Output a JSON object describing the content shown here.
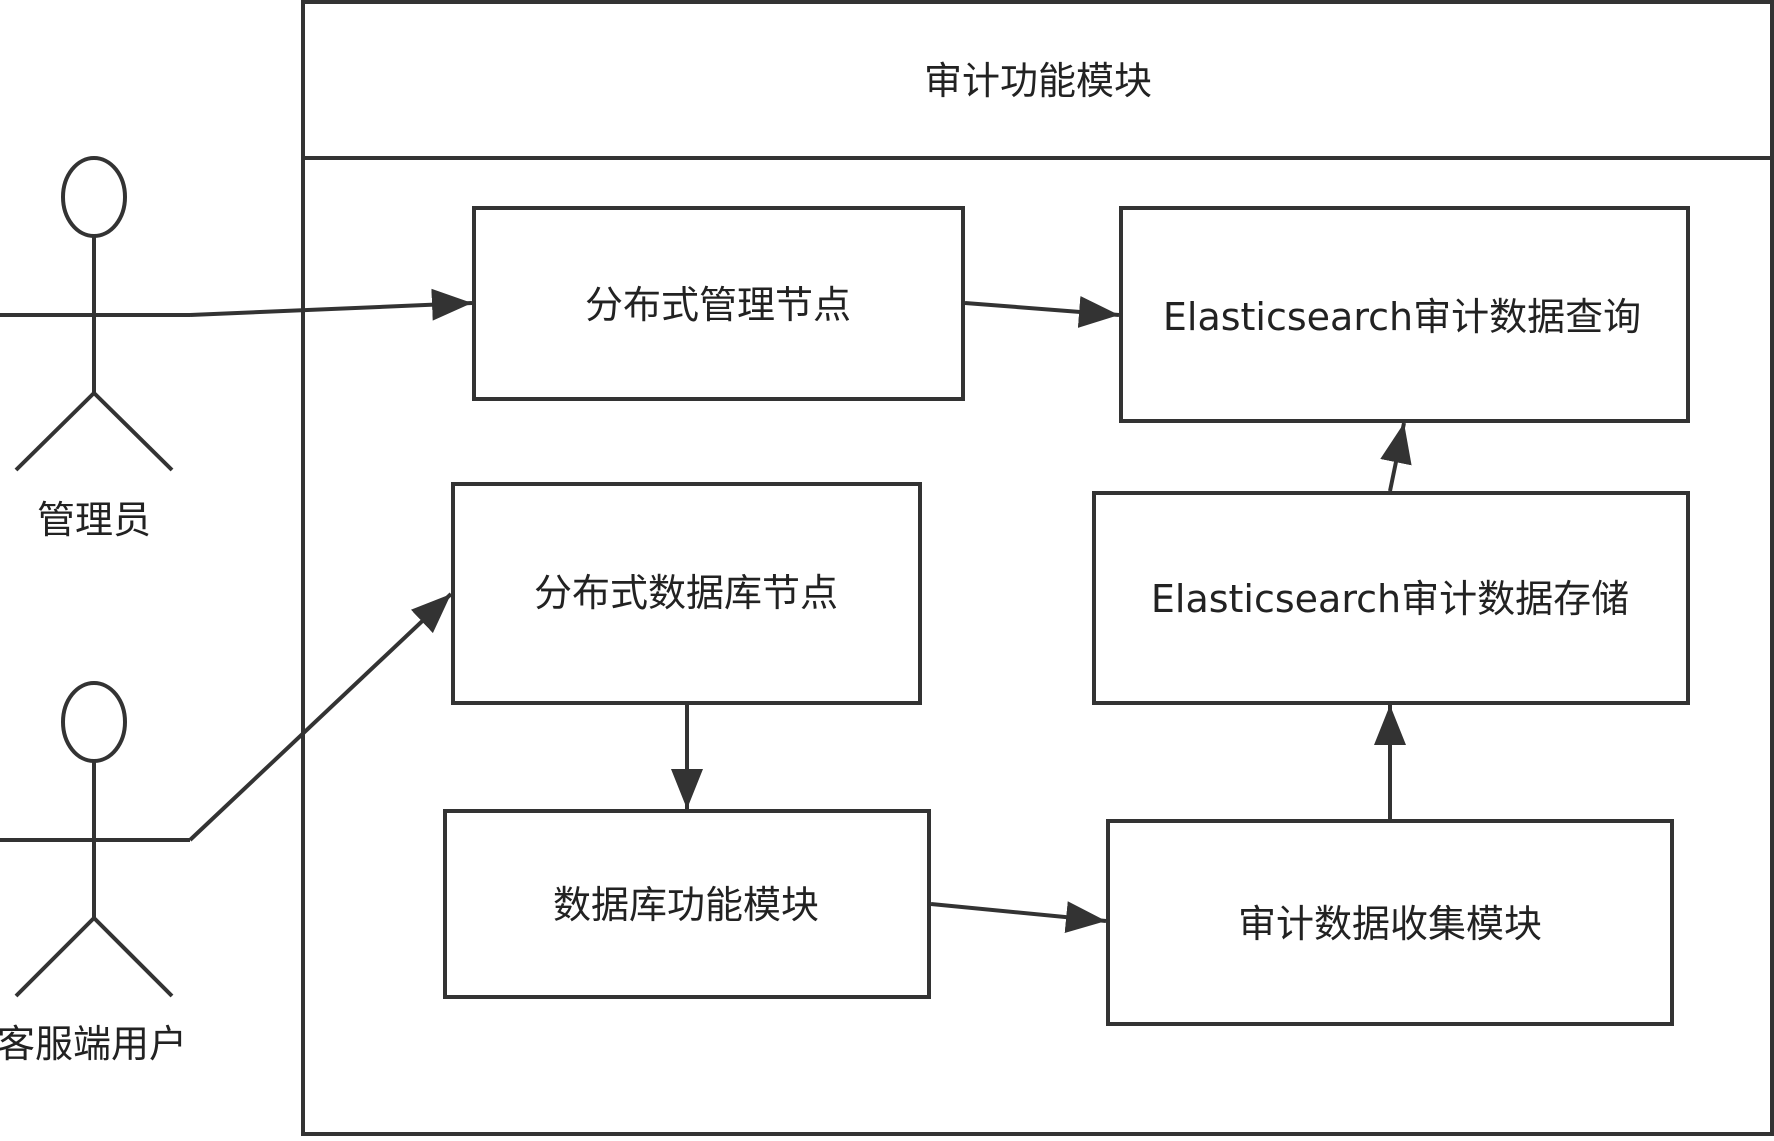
{
  "container": {
    "title": "审计功能模块"
  },
  "actors": {
    "admin": {
      "label": "管理员"
    },
    "client": {
      "label": "客服端用户"
    }
  },
  "nodes": {
    "dist_mgmt": {
      "label": "分布式管理节点"
    },
    "es_query": {
      "label": "Elasticsearch审计数据查询"
    },
    "dist_db": {
      "label": "分布式数据库节点"
    },
    "es_store": {
      "label": "Elasticsearch审计数据存储"
    },
    "db_func": {
      "label": "数据库功能模块"
    },
    "audit_collect": {
      "label": "审计数据收集模块"
    }
  },
  "colors": {
    "stroke": "#333333",
    "text": "#222222",
    "background": "#ffffff"
  }
}
